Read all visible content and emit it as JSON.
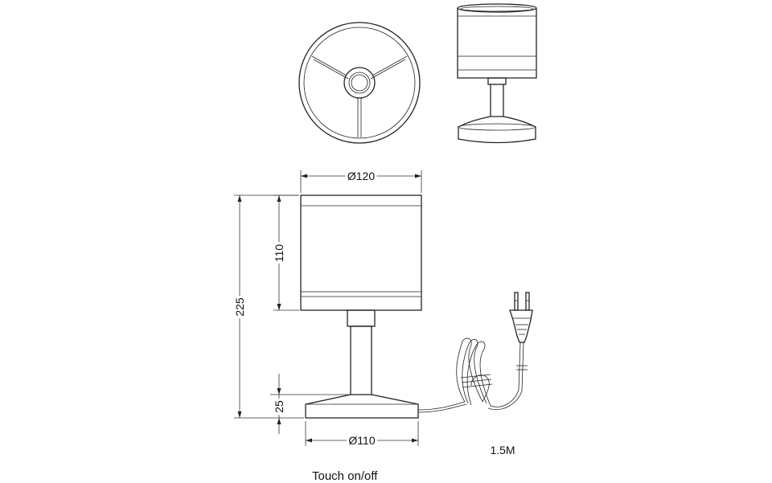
{
  "dimensions": {
    "shade_diameter": "Ø120",
    "shade_height": "110",
    "total_height": "225",
    "base_height": "25",
    "base_diameter": "Ø110",
    "cable_length": "1.5M"
  },
  "caption": "Touch on/off"
}
